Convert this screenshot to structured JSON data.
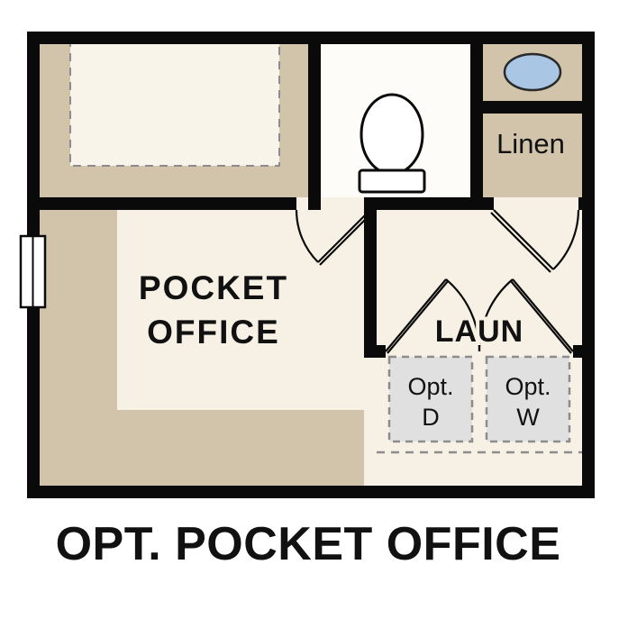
{
  "caption": "OPT. POCKET OFFICE",
  "colors": {
    "wall": "#0a0a0a",
    "tan": "#d1c4aa",
    "cream": "#f6f1e4",
    "bath": "#fdfcf8",
    "inner": "#f8f4ea",
    "appliance": "#e0e0e0",
    "dash": "#8c8c8c",
    "sink": "#a9c7e4",
    "fixture": "#ffffff",
    "ink": "#111111"
  },
  "rooms": {
    "pocket_office": {
      "label_line1": "POCKET",
      "label_line2": "OFFICE"
    },
    "laundry": {
      "label": "LAUN"
    },
    "linen": {
      "label": "Linen"
    }
  },
  "appliances": {
    "dryer": {
      "line1": "Opt.",
      "line2": "D"
    },
    "washer": {
      "line1": "Opt.",
      "line2": "W"
    }
  }
}
